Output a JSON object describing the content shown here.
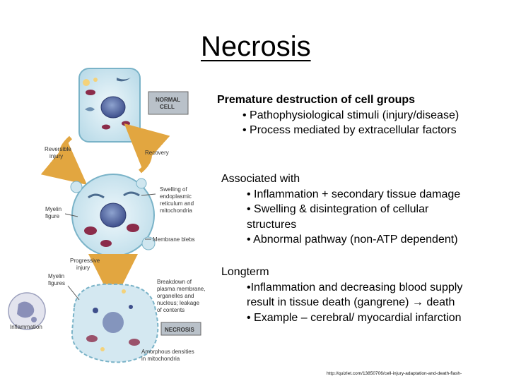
{
  "title": "Necrosis",
  "figure": {
    "labels": {
      "normal_cell": [
        "NORMAL",
        "CELL"
      ],
      "reversible_injury": [
        "Reversible",
        "injury"
      ],
      "recovery": "Recovery",
      "swelling": [
        "Swelling of",
        "endoplasmic",
        "reticulum and",
        "mitochondria"
      ],
      "myelin_figure_top": [
        "Myelin",
        "figure"
      ],
      "membrane_blebs": "Membrane blebs",
      "progressive_injury": [
        "Progressive",
        "injury"
      ],
      "myelin_figures_bottom": [
        "Myelin",
        "figures"
      ],
      "breakdown": [
        "Breakdown of",
        "plasma membrane,",
        "organelles and",
        "nucleus; leakage",
        "of contents"
      ],
      "necrosis": "NECROSIS",
      "inflammation": "Inflammation",
      "amorphous": [
        "Amorphous densities",
        "in mitochondria"
      ]
    }
  },
  "sections": [
    {
      "heading": "Premature destruction of cell groups",
      "bullets": [
        "• Pathophysiological stimuli (injury/disease)",
        "• Process mediated by extracellular factors"
      ]
    },
    {
      "heading": "Associated with",
      "bullets": [
        "• Inflammation + secondary tissue damage",
        "• Swelling & disintegration of cellular",
        "structures",
        "• Abnormal pathway (non-ATP dependent)"
      ]
    },
    {
      "heading": "Longterm",
      "bullets": [
        "•Inflammation and decreasing blood supply",
        "result in tissue death (gangrene) → death",
        "• Example – cerebral/ myocardial infarction"
      ]
    }
  ],
  "source": "http://quizlet.com/13850706/cell-injury-adaptation-and-death-flash-"
}
